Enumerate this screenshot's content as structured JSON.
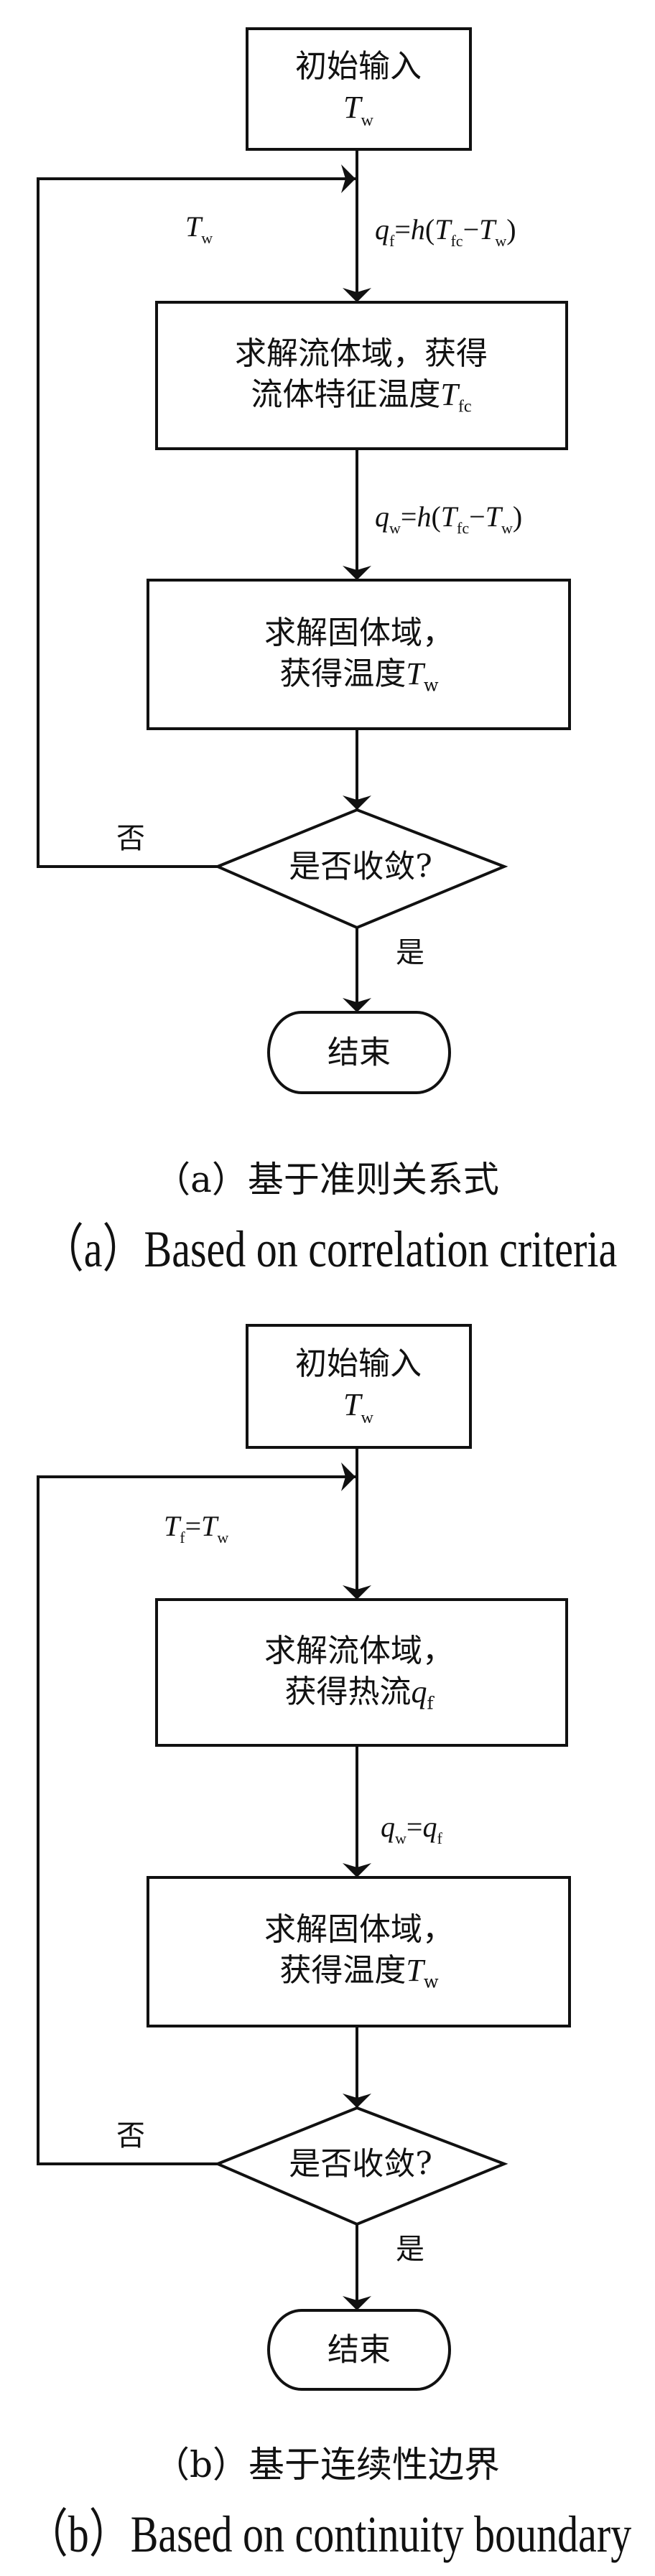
{
  "figures": [
    {
      "id": "a",
      "nodes": {
        "start": {
          "line1": "初始输入",
          "math": "T",
          "sub": "w"
        },
        "fluid": {
          "line1": "求解流体域，获得",
          "line2_text": "流体特征温度",
          "math": "T",
          "sub": "fc"
        },
        "solid": {
          "line1": "求解固体域，",
          "line2_text": "获得温度",
          "math": "T",
          "sub": "w"
        },
        "decision": {
          "text": "是否收敛?"
        },
        "end": {
          "text": "结束"
        }
      },
      "edge_labels": {
        "loop": {
          "math": "T",
          "sub": "w"
        },
        "to_fluid": {
          "q": "q",
          "q_sub": "f",
          "eq": "=",
          "h": "h",
          "open": "(",
          "t1": "T",
          "t1_sub": "fc",
          "minus": "−",
          "t2": "T",
          "t2_sub": "w",
          "close": ")"
        },
        "to_solid": {
          "q": "q",
          "q_sub": "w",
          "eq": "=",
          "h": "h",
          "open": "(",
          "t1": "T",
          "t1_sub": "fc",
          "minus": "−",
          "t2": "T",
          "t2_sub": "w",
          "close": ")"
        },
        "no": "否",
        "yes": "是"
      },
      "caption_cn": "（a）基于准则关系式",
      "caption_en": "（a）Based on correlation criteria"
    },
    {
      "id": "b",
      "nodes": {
        "start": {
          "line1": "初始输入",
          "math": "T",
          "sub": "w"
        },
        "fluid": {
          "line1": "求解流体域，",
          "line2_text": "获得热流",
          "math": "q",
          "sub": "f"
        },
        "solid": {
          "line1": "求解固体域，",
          "line2_text": "获得温度",
          "math": "T",
          "sub": "w"
        },
        "decision": {
          "text": "是否收敛?"
        },
        "end": {
          "text": "结束"
        }
      },
      "edge_labels": {
        "loop": {
          "t1": "T",
          "t1_sub": "f",
          "eq": "=",
          "t2": "T",
          "t2_sub": "w"
        },
        "to_solid": {
          "q1": "q",
          "q1_sub": "w",
          "eq": "=",
          "q2": "q",
          "q2_sub": "f"
        },
        "no": "否",
        "yes": "是"
      },
      "caption_cn": "（b）基于连续性边界",
      "caption_en": "（b）Based on continuity boundary"
    }
  ],
  "colors": {
    "stroke": "#111111",
    "background": "#ffffff"
  }
}
